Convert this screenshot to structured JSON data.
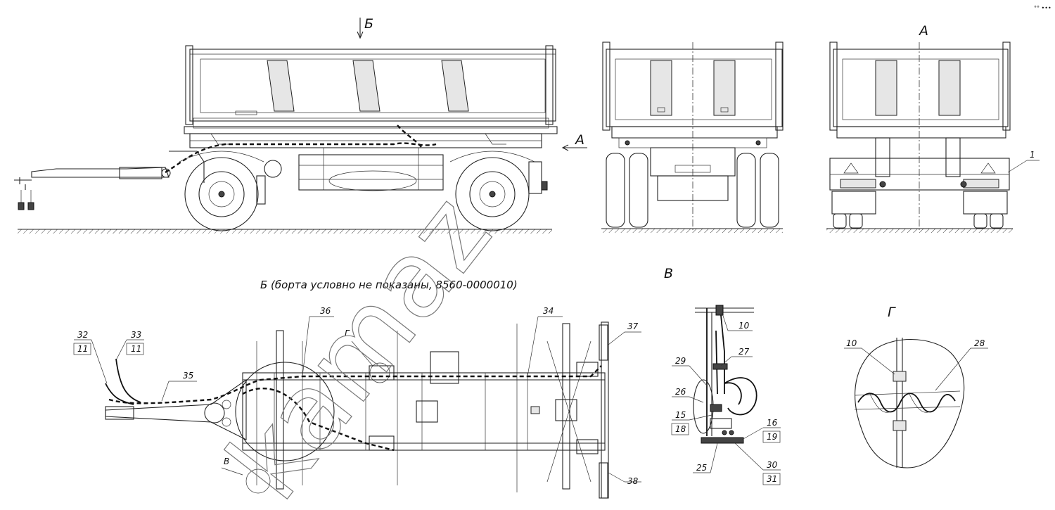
{
  "views": {
    "view_b_arrow": "Б",
    "view_a_arrow": "А",
    "view_a_title": "А",
    "view_b_title": "Б (борта условно не показаны, 8560-0000010)",
    "detail_v_title": "В",
    "detail_g_title": "Г",
    "plan_callout_g": "Г",
    "plan_callout_v": "В"
  },
  "callouts": {
    "rear_1": "1",
    "plan_32": "32",
    "plan_11a": "11",
    "plan_33": "33",
    "plan_11b": "11",
    "plan_35": "35",
    "plan_36": "36",
    "plan_34": "34",
    "plan_37": "37",
    "plan_38": "38",
    "v_10": "10",
    "v_27": "27",
    "v_29": "29",
    "v_26": "26",
    "v_15": "15",
    "v_18": "18",
    "v_16": "16",
    "v_19": "19",
    "v_25": "25",
    "v_30": "30",
    "v_31": "31",
    "g_10": "10",
    "g_28": "28"
  },
  "watermark": "kamaz",
  "corner_mark": "°° •••",
  "colors": {
    "line": "#222222",
    "background": "#ffffff",
    "watermark": "#777777"
  }
}
